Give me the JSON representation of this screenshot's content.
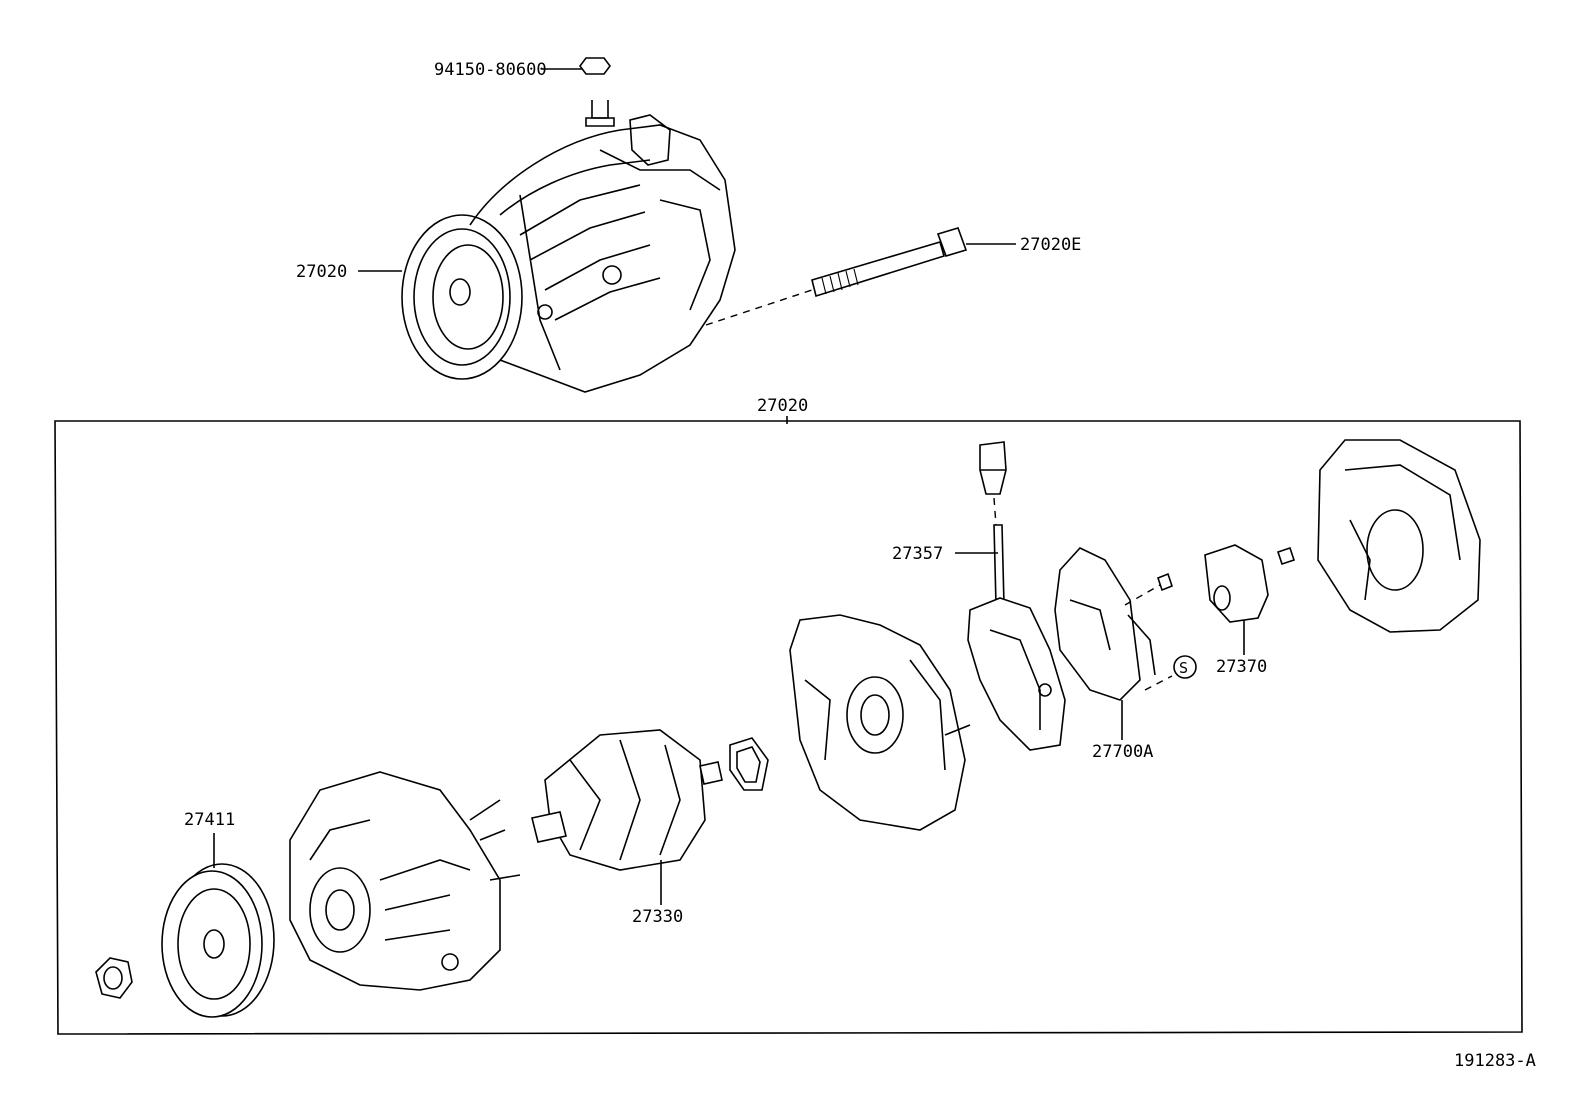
{
  "diagram_id": "191283-A",
  "assembly_label": "27020",
  "labels": {
    "nut_94150": "94150-80600",
    "alternator_assy": "27020",
    "bolt_27020E": "27020E",
    "brush_holder_27357": "27357",
    "pulley_27411": "27411",
    "rotor_27330": "27330",
    "regulator_27700A": "27700A",
    "brush_cover_27370": "27370",
    "symbol_s": "S"
  },
  "colors": {
    "ink": "#000000",
    "background": "#ffffff"
  }
}
